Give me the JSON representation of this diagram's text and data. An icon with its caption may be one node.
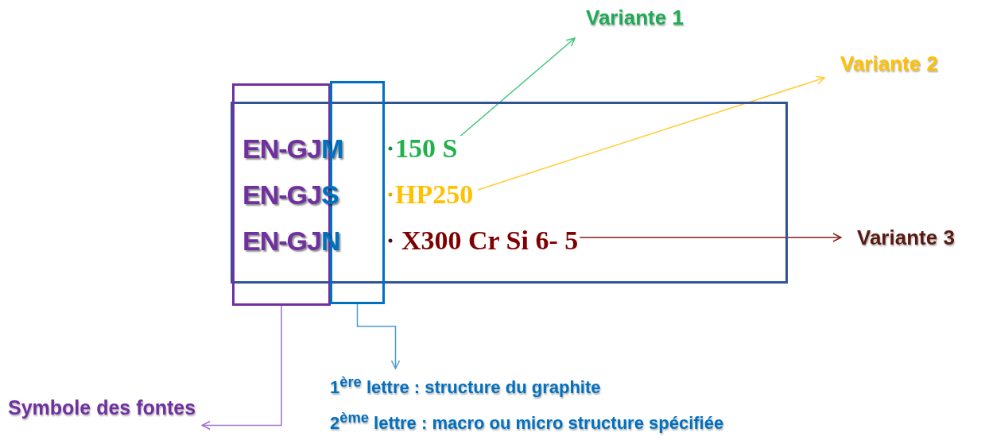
{
  "diagram": {
    "nodes": [
      {
        "text": [],
        "shape": "box"
      },
      {
        "text": [],
        "shape": "box"
      },
      {
        "text": [],
        "shape": "box"
      },
      {
        "text": [
          "150 S"
        ],
        "in": 0
      },
      {
        "text": [
          "HP250"
        ],
        "in": 0
      },
      {
        "text": [
          "X300 Cr Si 6- 5"
        ],
        "in": 0
      },
      {
        "text": [
          "Variante 1"
        ]
      },
      {
        "text": [
          "Variante 2"
        ]
      },
      {
        "text": [
          "Variante 3"
        ]
      },
      {
        "text": [
          "Symbole des fontes"
        ]
      },
      {
        "text": [
          "1$^{ère}$ lettre : structure du graphite",
          "2$^{ème}$ lettre : macro ou micro structure spécifiée"
        ]
      }
    ],
    "edges": [
      {
        "from": 3,
        "to": 6,
        "arrow": "to",
        "color": "#3cc47a"
      },
      {
        "from": 4,
        "to": 7,
        "arrow": "to",
        "color": "#ffcc33"
      },
      {
        "from": 5,
        "to": 8,
        "arrow": "to",
        "color": "#8b1a1a"
      },
      {
        "from": 1,
        "to": 9,
        "arrow": "to",
        "color": "#a070d0"
      },
      {
        "from": 2,
        "to": 10,
        "arrow": "to",
        "color": "#4a9ad8"
      }
    ],
    "labels": [
      "EN-GJM",
      "EN-GJS",
      "EN-GJN"
    ]
  }
}
